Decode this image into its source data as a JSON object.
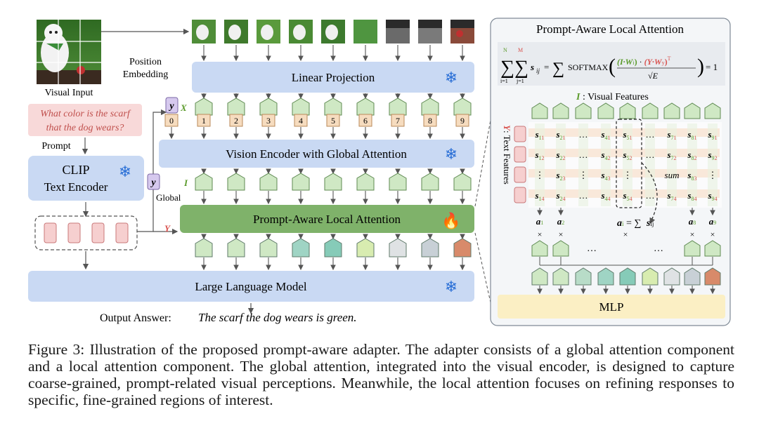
{
  "figure": {
    "caption": "Figure 3:   Illustration of the proposed prompt-aware adapter.  The adapter consists of a global attention component and a local attention component. The global attention, integrated into the visual encoder, is designed to capture coarse-grained, prompt-related visual perceptions. Meanwhile, the local attention focuses on refining responses to specific, fine-grained regions of interest."
  },
  "left": {
    "visual_input_label": "Visual Input",
    "position_embedding_line1": "Position",
    "position_embedding_line2": "Embedding",
    "prompt_line1": "What color is the scarf",
    "prompt_line2": "that the dog wears?",
    "prompt_label": "Prompt",
    "clip_line1": "CLIP",
    "clip_line2": "Text Encoder",
    "linear_projection": "Linear Projection",
    "vision_encoder": "Vision Encoder with Global Attention",
    "prompt_aware_local": "Prompt-Aware Local Attention",
    "llm": "Large Language Model",
    "output_label": "Output Answer:",
    "output_answer": "The scarf the dog wears is green.",
    "x_label": "X",
    "i_label": "I",
    "y_label": "Y",
    "y_token": "y",
    "global_label": "Global",
    "token_indices": [
      "0",
      "1",
      "2",
      "3",
      "4",
      "5",
      "6",
      "7",
      "8",
      "9"
    ]
  },
  "right": {
    "title": "Prompt-Aware Local Attention",
    "formula": "∑∑ s_ij = ∑ SOFTMAX((I·W_i)·(Y·W_y)^T / √E) = 1",
    "visual_features": ": Visual Features",
    "text_features": ": Text Features",
    "mlp": "MLP",
    "sum_text": "sum",
    "ellipsis": "…",
    "times": "×",
    "a_formula": "= ∑",
    "grid": [
      [
        "s11",
        "s21",
        "…",
        "s41",
        "s51",
        "…",
        "s71",
        "s81",
        "s91"
      ],
      [
        "s12",
        "s22",
        "…",
        "s42",
        "s52",
        "…",
        "s72",
        "s82",
        "s92"
      ],
      [
        "⋮",
        "s23",
        "⋮",
        "s43",
        "⋮",
        "",
        "sum",
        "s83",
        "⋮"
      ],
      [
        "s14",
        "s24",
        "…",
        "s44",
        "s54",
        "…",
        "s74",
        "s84",
        "s94"
      ]
    ],
    "a_labels": [
      "a1",
      "a2",
      "",
      "",
      "ai",
      "",
      "",
      "a8",
      "a9"
    ]
  },
  "colors": {
    "blue_box": "#c9d9f3",
    "green_box": "#7fb26a",
    "token_green": "#cfe8c4",
    "token_orange": "#f6dcbf",
    "prompt_pink": "#f8d9d9",
    "mlp_yellow": "#fbefc4",
    "red_text": "#d9534f",
    "green_text": "#5a9a2a"
  }
}
